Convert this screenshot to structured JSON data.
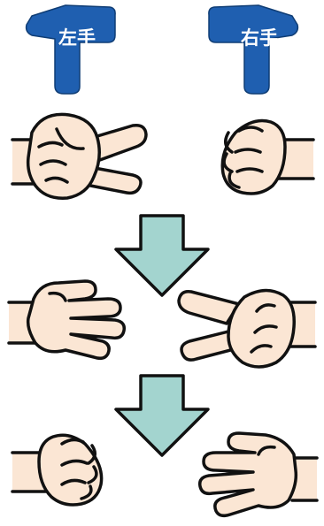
{
  "labels": {
    "left_hand": "左手",
    "right_hand": "右手"
  },
  "colors": {
    "pointer_blue": "#1f5fb0",
    "arrow_teal": "#a3d4cf",
    "skin": "#fbe6d4",
    "outline": "#111111"
  },
  "steps": [
    {
      "left": "scissors",
      "right": "rock"
    },
    {
      "left": "paper",
      "right": "scissors"
    },
    {
      "left": "rock",
      "right": "paper"
    }
  ]
}
